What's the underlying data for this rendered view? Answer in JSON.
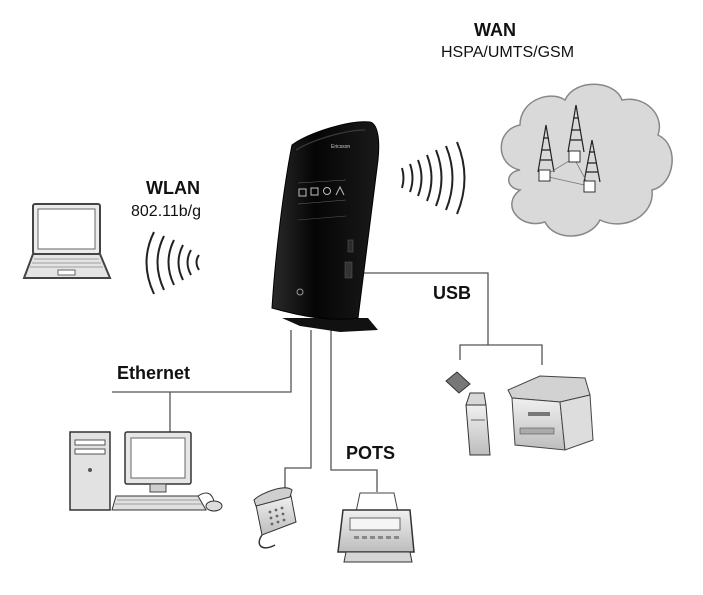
{
  "labels": {
    "wan_title": "WAN",
    "wan_subtitle": "HSPA/UMTS/GSM",
    "wlan_title": "WLAN",
    "wlan_subtitle": "802.11b/g",
    "usb": "USB",
    "ethernet": "Ethernet",
    "pots": "POTS"
  },
  "colors": {
    "router": "#0b0b0b",
    "cloud": "#d9d9d9",
    "line": "#555555"
  },
  "devices": {
    "router_brand": "Ericsson"
  },
  "icons": [
    "router-icon",
    "cloud-icon",
    "cell-tower-icon",
    "laptop-icon",
    "desktop-pc-icon",
    "printer-icon",
    "usb-stick-icon",
    "telephone-icon",
    "fax-icon"
  ]
}
